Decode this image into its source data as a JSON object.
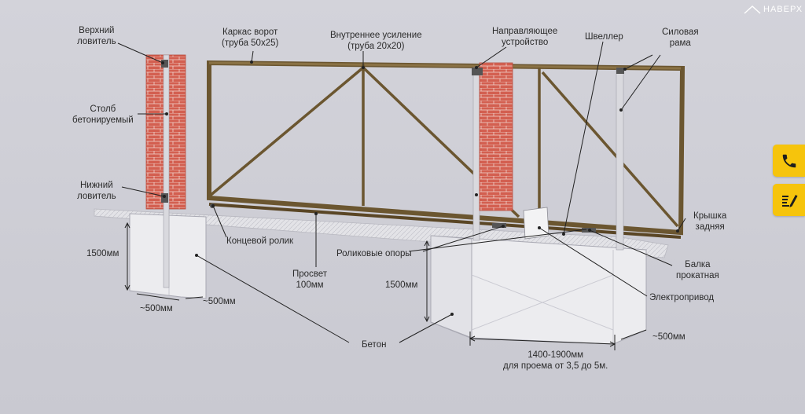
{
  "labels": {
    "upper_catcher": "Верхний\nловитель",
    "gate_frame": "Каркас ворот\n(труба 50x25)",
    "inner_reinforcement": "Внутреннее усиление\n(труба 20x20)",
    "guide_device": "Направляющее\nустройство",
    "channel": "Швеллер",
    "power_frame": "Силовая\nрама",
    "concrete_post": "Столб\nбетонируемый",
    "lower_catcher": "Нижний\nловитель",
    "end_roller": "Концевой ролик",
    "roller_supports": "Роликовые опоры",
    "back_cover": "Крышка\nзадняя",
    "rolled_beam": "Балка\nпрокатная",
    "electric_drive": "Электропривод",
    "concrete": "Бетон",
    "clearance": "Просвет\n100мм",
    "height_left": "1500мм",
    "height_right": "1500мм",
    "width_500_a": "~500мм",
    "width_500_b": "~500мм",
    "width_500_c": "~500мм",
    "span_length": "1400-1900мм\nдля проема от 3,5 до 5м."
  },
  "nav": {
    "top_button": "НАВЕРХ"
  },
  "icons": {
    "call": "phone-icon",
    "write": "pen-note-icon"
  },
  "colors": {
    "background": "#cfcfd6",
    "frame": "#6b5630",
    "brick": "#d05a4c",
    "button": "#f6c40c"
  }
}
